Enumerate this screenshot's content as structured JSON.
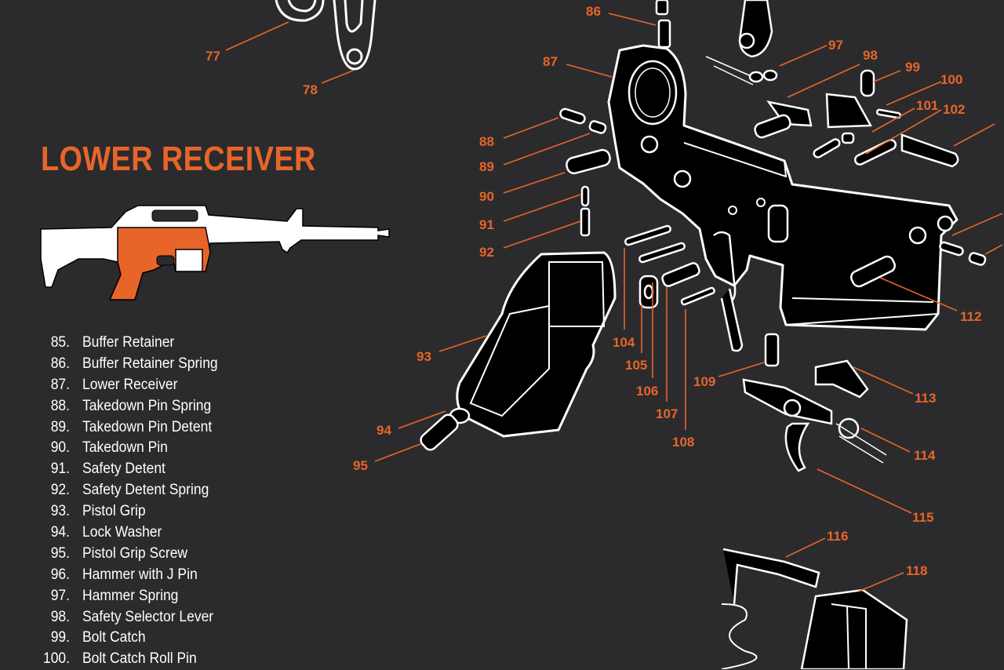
{
  "title": "LOWER RECEIVER",
  "parts": [
    {
      "num": "85.",
      "name": "Buffer Retainer"
    },
    {
      "num": "86.",
      "name": "Buffer Retainer Spring"
    },
    {
      "num": "87.",
      "name": "Lower Receiver"
    },
    {
      "num": "88.",
      "name": "Takedown Pin Spring"
    },
    {
      "num": "89.",
      "name": "Takedown Pin Detent"
    },
    {
      "num": "90.",
      "name": "Takedown Pin"
    },
    {
      "num": "91.",
      "name": "Safety Detent"
    },
    {
      "num": "92.",
      "name": "Safety Detent Spring"
    },
    {
      "num": "93.",
      "name": "Pistol Grip"
    },
    {
      "num": "94.",
      "name": "Lock Washer"
    },
    {
      "num": "95.",
      "name": "Pistol Grip Screw"
    },
    {
      "num": "96.",
      "name": "Hammer with J Pin"
    },
    {
      "num": "97.",
      "name": "Hammer Spring"
    },
    {
      "num": "98.",
      "name": "Safety Selector Lever"
    },
    {
      "num": "99.",
      "name": "Bolt Catch"
    },
    {
      "num": "100.",
      "name": "Bolt Catch Roll Pin"
    }
  ],
  "callouts": {
    "c77": "77",
    "c78": "78",
    "c86": "86",
    "c87": "87",
    "c88": "88",
    "c89": "89",
    "c90": "90",
    "c91": "91",
    "c92": "92",
    "c93": "93",
    "c94": "94",
    "c95": "95",
    "c97": "97",
    "c98": "98",
    "c99": "99",
    "c100": "100",
    "c101": "101",
    "c102": "102",
    "c104": "104",
    "c105": "105",
    "c106": "106",
    "c107": "107",
    "c108": "108",
    "c109": "109",
    "c112": "112",
    "c113": "113",
    "c114": "114",
    "c115": "115",
    "c116": "116",
    "c118": "118"
  },
  "colors": {
    "background": "#2b2b2d",
    "accent": "#e8652a",
    "part_fill": "#000000",
    "outline": "#ffffff"
  }
}
